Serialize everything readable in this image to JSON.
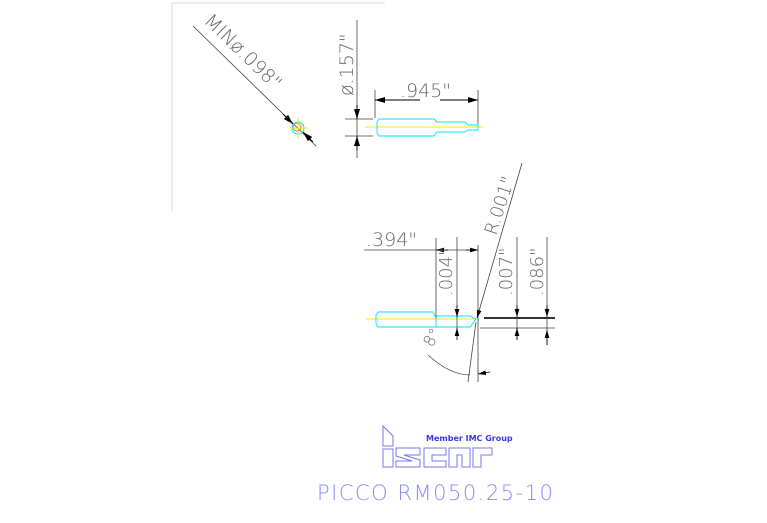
{
  "drawing": {
    "top_view": {
      "min_diameter": "MINø.098\"",
      "shank_diameter": "ø.157\"",
      "overall_length": ".945\""
    },
    "side_view": {
      "length": ".394\"",
      "dim_a": ".004\"",
      "radius": "R.001\"",
      "dim_b": ".007\"",
      "dim_c": ".086\"",
      "angle": "8°"
    },
    "colors": {
      "part": "#00e5ff",
      "centerline": "#ffff00",
      "dimension": "#000000",
      "title": "#8a8aff"
    }
  },
  "logo": {
    "tagline": "Member IMC Group",
    "brand": "iscar"
  },
  "title_block": {
    "part_number": "PICCO RM050.25-10"
  }
}
